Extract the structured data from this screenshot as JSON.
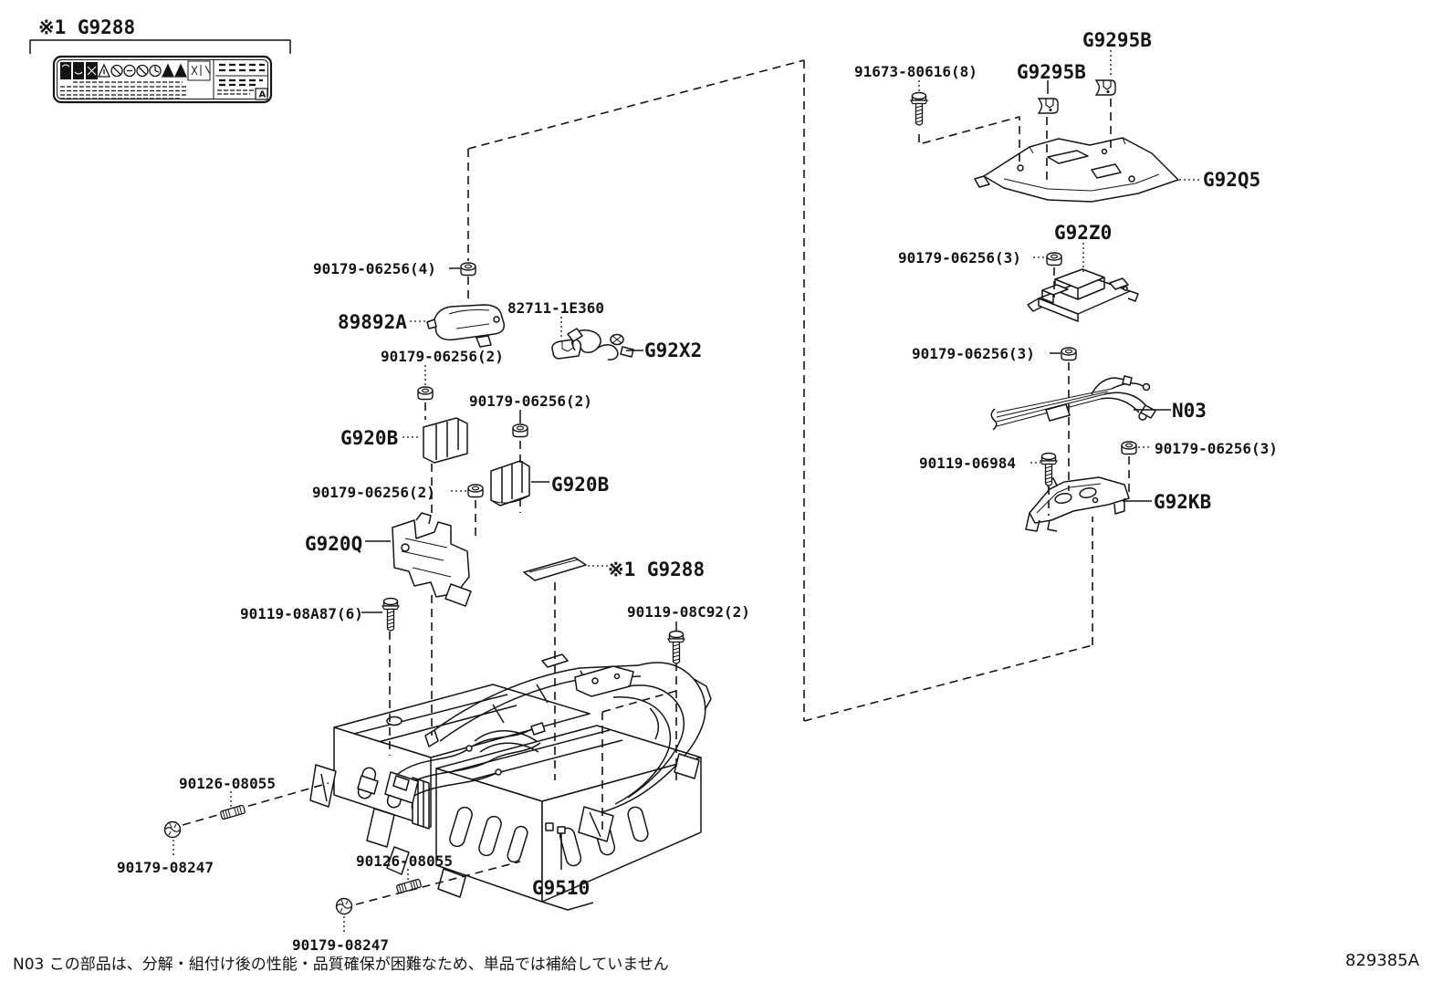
{
  "labels": {
    "g9288_top": "※1 G9288",
    "p91673_80616": "91673-80616(8)",
    "g9295b_left": "G9295B",
    "g9295b_right": "G9295B",
    "g92q5": "G92Q5",
    "p90179_06256_3_top": "90179-06256(3)",
    "g92z0": "G92Z0",
    "p90179_06256_3_mid": "90179-06256(3)",
    "n03": "N03",
    "p90179_06256_3_bottom": "90179-06256(3)",
    "p90119_06984": "90119-06984",
    "g92kb": "G92KB",
    "p90179_06256_4": "90179-06256(4)",
    "p89892a": "89892A",
    "p82711_1e360": "82711-1E360",
    "g92x2": "G92X2",
    "p90179_06256_2_top": "90179-06256(2)",
    "g920b_left": "G920B",
    "p90179_06256_2_right": "90179-06256(2)",
    "g920b_right": "G920B",
    "p90179_06256_2_bottom": "90179-06256(2)",
    "g920q": "G920Q",
    "g9288_sticker": "※1 G9288",
    "p90119_08a87": "90119-08A87(6)",
    "p90119_08c92": "90119-08C92(2)",
    "p90126_08055_left": "90126-08055",
    "p90179_08247_left": "90179-08247",
    "p90126_08055_right": "90126-08055",
    "p90179_08247_right": "90179-08247",
    "g9510": "G9510"
  },
  "warning_label": {
    "revision": "A"
  },
  "footer": {
    "note": "N03  この部品は、分解・組付け後の性能・品質確保が困難なため、単品では補給していません",
    "figure_code": "829385A"
  }
}
